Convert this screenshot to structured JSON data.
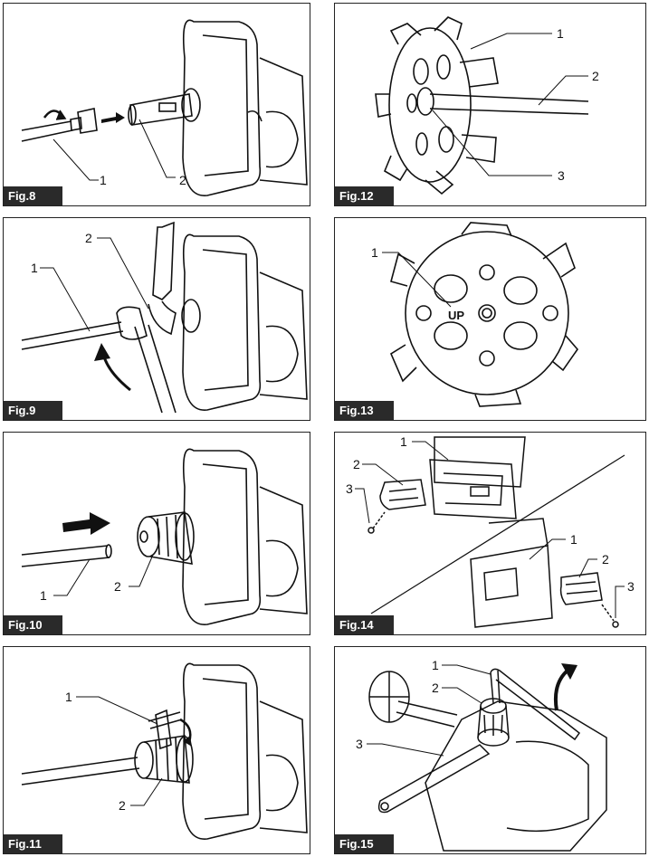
{
  "figures": [
    {
      "label": "Fig.8",
      "callouts": [
        "1",
        "2"
      ]
    },
    {
      "label": "Fig.12",
      "callouts": [
        "1",
        "2",
        "3"
      ]
    },
    {
      "label": "Fig.9",
      "callouts": [
        "2",
        "1"
      ]
    },
    {
      "label": "Fig.13",
      "callouts": [
        "1"
      ],
      "text": "UP"
    },
    {
      "label": "Fig.10",
      "callouts": [
        "1",
        "2"
      ]
    },
    {
      "label": "Fig.14",
      "callouts": [
        "1",
        "2",
        "3",
        "1",
        "2",
        "3"
      ]
    },
    {
      "label": "Fig.11",
      "callouts": [
        "1",
        "2"
      ]
    },
    {
      "label": "Fig.15",
      "callouts": [
        "1",
        "2",
        "3"
      ]
    }
  ]
}
